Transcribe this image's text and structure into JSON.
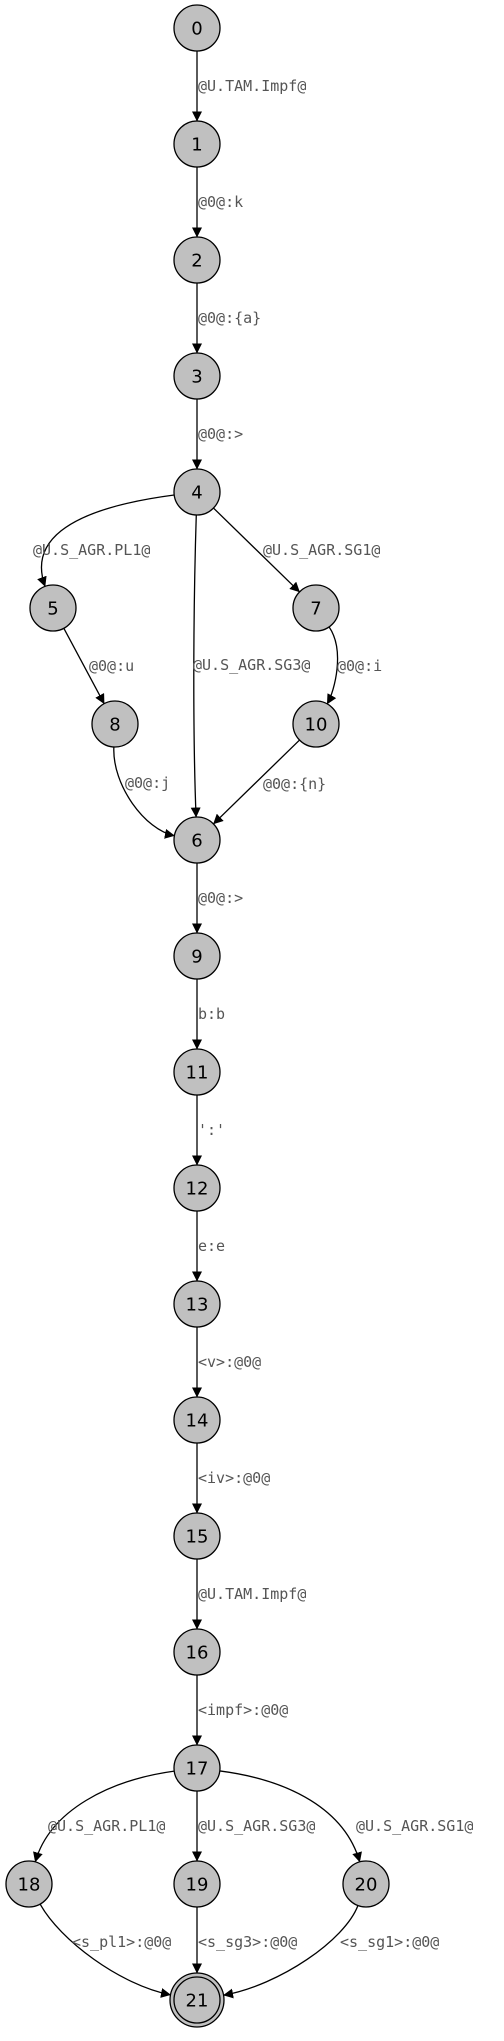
{
  "graph": {
    "nodes": [
      {
        "id": "0",
        "label": "0",
        "accepting": false
      },
      {
        "id": "1",
        "label": "1",
        "accepting": false
      },
      {
        "id": "2",
        "label": "2",
        "accepting": false
      },
      {
        "id": "3",
        "label": "3",
        "accepting": false
      },
      {
        "id": "4",
        "label": "4",
        "accepting": false
      },
      {
        "id": "5",
        "label": "5",
        "accepting": false
      },
      {
        "id": "6",
        "label": "6",
        "accepting": false
      },
      {
        "id": "7",
        "label": "7",
        "accepting": false
      },
      {
        "id": "8",
        "label": "8",
        "accepting": false
      },
      {
        "id": "9",
        "label": "9",
        "accepting": false
      },
      {
        "id": "10",
        "label": "10",
        "accepting": false
      },
      {
        "id": "11",
        "label": "11",
        "accepting": false
      },
      {
        "id": "12",
        "label": "12",
        "accepting": false
      },
      {
        "id": "13",
        "label": "13",
        "accepting": false
      },
      {
        "id": "14",
        "label": "14",
        "accepting": false
      },
      {
        "id": "15",
        "label": "15",
        "accepting": false
      },
      {
        "id": "16",
        "label": "16",
        "accepting": false
      },
      {
        "id": "17",
        "label": "17",
        "accepting": false
      },
      {
        "id": "18",
        "label": "18",
        "accepting": false
      },
      {
        "id": "19",
        "label": "19",
        "accepting": false
      },
      {
        "id": "20",
        "label": "20",
        "accepting": false
      },
      {
        "id": "21",
        "label": "21",
        "accepting": true
      }
    ],
    "edges": [
      {
        "from": "0",
        "to": "1",
        "label": "@U.TAM.Impf@"
      },
      {
        "from": "1",
        "to": "2",
        "label": "@0@:k"
      },
      {
        "from": "2",
        "to": "3",
        "label": "@0@:{a}"
      },
      {
        "from": "3",
        "to": "4",
        "label": "@0@:>"
      },
      {
        "from": "4",
        "to": "5",
        "label": "@U.S_AGR.PL1@"
      },
      {
        "from": "4",
        "to": "6",
        "label": "@U.S_AGR.SG3@"
      },
      {
        "from": "4",
        "to": "7",
        "label": "@U.S_AGR.SG1@"
      },
      {
        "from": "5",
        "to": "8",
        "label": "@0@:u"
      },
      {
        "from": "7",
        "to": "10",
        "label": "@0@:i"
      },
      {
        "from": "8",
        "to": "6",
        "label": "@0@:j"
      },
      {
        "from": "10",
        "to": "6",
        "label": "@0@:{n}"
      },
      {
        "from": "6",
        "to": "9",
        "label": "@0@:>"
      },
      {
        "from": "9",
        "to": "11",
        "label": "b:b"
      },
      {
        "from": "11",
        "to": "12",
        "label": "':'"
      },
      {
        "from": "12",
        "to": "13",
        "label": "e:e"
      },
      {
        "from": "13",
        "to": "14",
        "label": "<v>:@0@"
      },
      {
        "from": "14",
        "to": "15",
        "label": "<iv>:@0@"
      },
      {
        "from": "15",
        "to": "16",
        "label": "@U.TAM.Impf@"
      },
      {
        "from": "16",
        "to": "17",
        "label": "<impf>:@0@"
      },
      {
        "from": "17",
        "to": "18",
        "label": "@U.S_AGR.PL1@"
      },
      {
        "from": "17",
        "to": "19",
        "label": "@U.S_AGR.SG3@"
      },
      {
        "from": "17",
        "to": "20",
        "label": "@U.S_AGR.SG1@"
      },
      {
        "from": "18",
        "to": "21",
        "label": "<s_pl1>:@0@"
      },
      {
        "from": "19",
        "to": "21",
        "label": "<s_sg3>:@0@"
      },
      {
        "from": "20",
        "to": "21",
        "label": "<s_sg1>:@0@"
      }
    ]
  },
  "colors": {
    "node_fill": "#c0c0c0",
    "node_stroke": "#000000",
    "edge_stroke": "#000000",
    "edge_label": "#555555",
    "node_label": "#000000"
  }
}
